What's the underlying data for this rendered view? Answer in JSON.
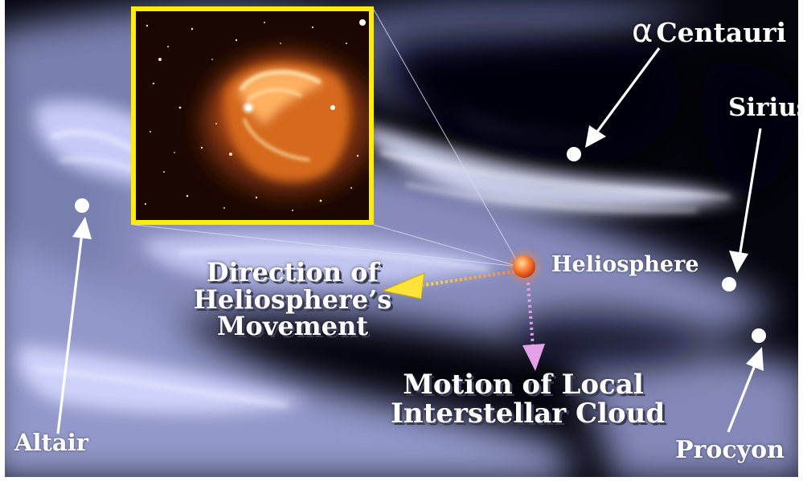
{
  "labels": {
    "alpha_symbol": "α",
    "alpha_name": "Centauri",
    "sirius": "Sirius",
    "heliosphere": "Heliosphere",
    "altair": "Altair",
    "procyon": "Procyon",
    "direction_lines": [
      "Direction of",
      "Heliosphere’s",
      "Movement"
    ],
    "cloud_lines": [
      "Motion of Local",
      "Interstellar Cloud"
    ]
  },
  "colors": {
    "inset_border": "#ffee00",
    "direction_arrow": "#ffe23a",
    "cloud_arrow": "#e6a0e6",
    "star_arrow": "#ffffff",
    "heliosphere_sphere": "#ff7a2a",
    "cloud_glow": "#b9c0ff"
  },
  "icons": {
    "heliosphere": "orange-sphere-icon",
    "star": "star-dot-icon",
    "inset": "heliosphere-bow-shock-photo"
  }
}
